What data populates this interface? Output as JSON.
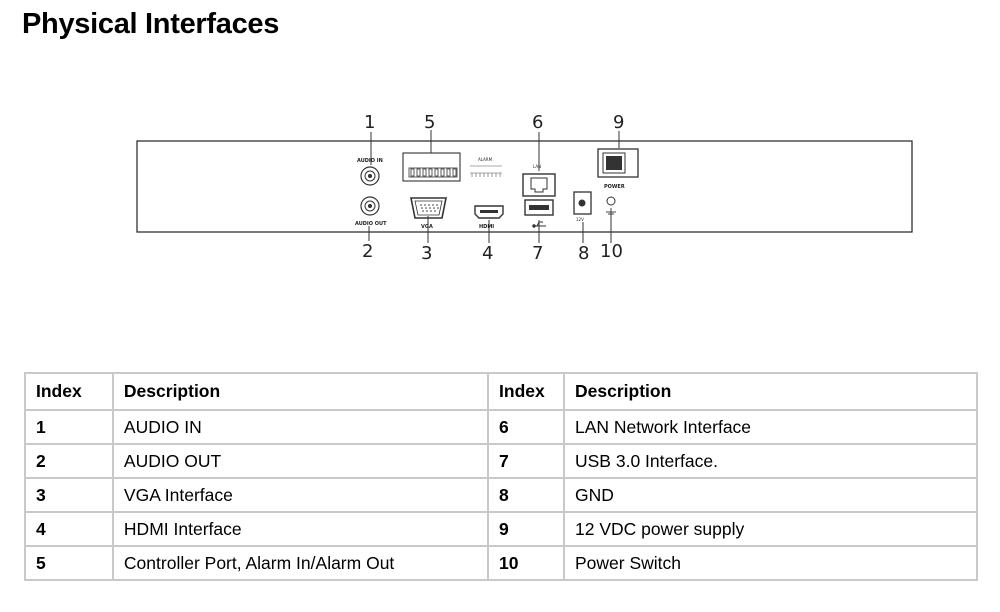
{
  "title": "Physical Interfaces",
  "panel": {
    "callouts": [
      "1",
      "2",
      "3",
      "4",
      "5",
      "6",
      "7",
      "8",
      "9",
      "10"
    ],
    "port_labels": {
      "audio_in": "AUDIO IN",
      "audio_out": "AUDIO OUT",
      "vga": "VGA",
      "alarm": "ALARM",
      "lan": "LAN",
      "hdmi": "HDMI",
      "power": "POWER",
      "dc": "12V"
    }
  },
  "table": {
    "headers": [
      "Index",
      "Description",
      "Index",
      "Description"
    ],
    "rows": [
      {
        "i1": "1",
        "d1": "AUDIO IN",
        "i2": "6",
        "d2": "LAN Network Interface"
      },
      {
        "i1": "2",
        "d1": "AUDIO OUT",
        "i2": "7",
        "d2": "USB 3.0 Interface."
      },
      {
        "i1": "3",
        "d1": "VGA Interface",
        "i2": "8",
        "d2": "GND"
      },
      {
        "i1": "4",
        "d1": "HDMI Interface",
        "i2": "9",
        "d2": "12 VDC power supply"
      },
      {
        "i1": "5",
        "d1": "Controller Port, Alarm In/Alarm Out",
        "i2": "10",
        "d2": "Power Switch"
      }
    ]
  }
}
